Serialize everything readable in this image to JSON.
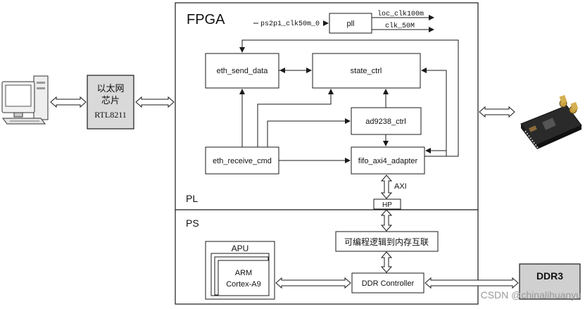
{
  "fpga": {
    "title": "FPGA",
    "pl_label": "PL",
    "ps_label": "PS"
  },
  "clock": {
    "input": "ps2p1_clk50m_0",
    "pll": "pll",
    "out1": "loc_clk100m",
    "out2": "clk_50M"
  },
  "blocks": {
    "eth_send": "eth_send_data",
    "state_ctrl": "state_ctrl",
    "ad9238": "ad9238_ctrl",
    "eth_recv": "eth_receive_cmd",
    "fifo": "fifo_axi4_adapter",
    "axi": "AXI",
    "hp": "HP",
    "interconnect": "可编程逻辑到内存互联",
    "apu": "APU",
    "arm_line1": "ARM",
    "arm_line2": "Cortex-A9",
    "ddr_ctrl": "DDR Controller",
    "ddr3": "DDR3"
  },
  "phy": {
    "line1": "以太网",
    "line2": "芯片",
    "line3": "RTL8211"
  },
  "watermark": "CSDN @chinalihuanyu",
  "icons": {
    "pc": "computer-icon",
    "adc_board": "adc-board-icon"
  },
  "colors": {
    "stroke": "#1a1a1a",
    "block_fill": "#ffffff",
    "phy_fill": "#d9d9d9",
    "ddr3_fill": "#d0d0d0",
    "watermark": "#9a9a9a"
  }
}
